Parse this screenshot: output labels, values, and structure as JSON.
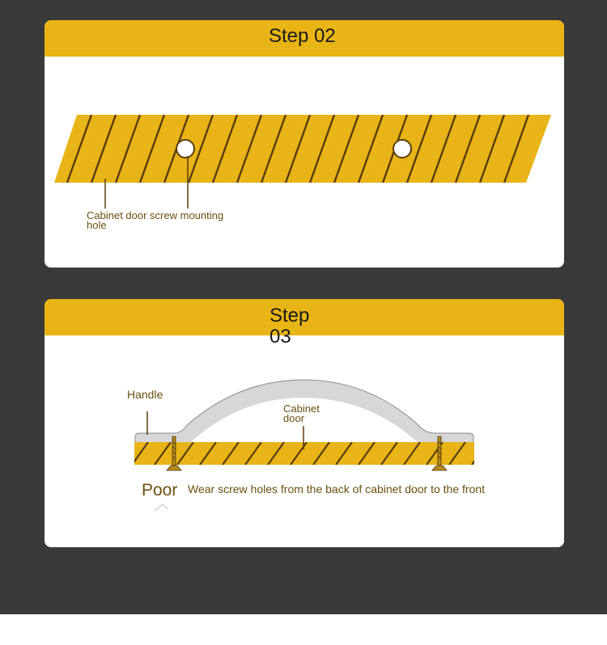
{
  "step_02": {
    "title": "Step 02",
    "hole_label": "Cabinet door screw mounting hole"
  },
  "step_03": {
    "title": "Step 03",
    "handle_label": "Handle",
    "door_label": "Cabinet door",
    "poor_label": "Poor",
    "instruction": "Wear screw holes from the back of cabinet door to the front"
  },
  "colors": {
    "header": "#e9b516",
    "hatch_fill": "#e8b417",
    "hatch_line": "#5a3d08",
    "background": "#3a3a3b",
    "handle": "#d7d7d9"
  },
  "icons": [
    "screw-icon",
    "screw-icon",
    "mounting-hole-icon",
    "mounting-hole-icon"
  ]
}
